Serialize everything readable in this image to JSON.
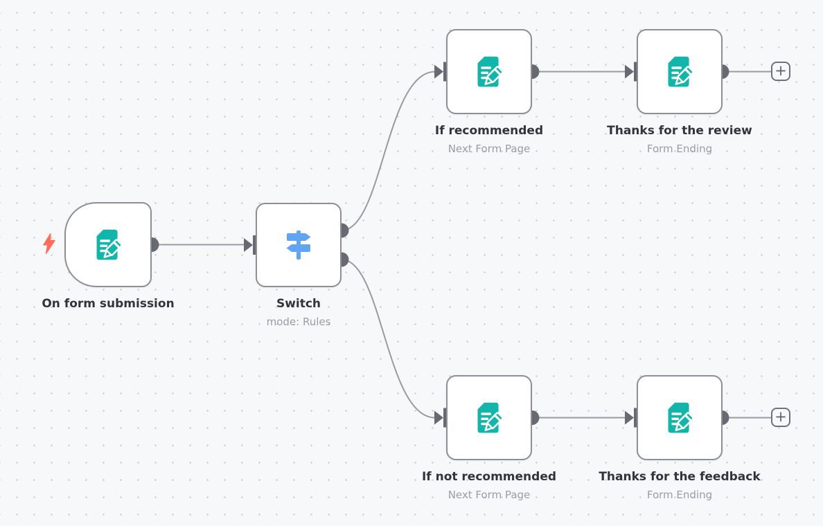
{
  "canvas": {
    "background_color": "#f7f8fa",
    "grid_dot_color": "#c9cbd4"
  },
  "colors": {
    "node_border": "#8d8e96",
    "node_background": "#ffffff",
    "connection_line": "#989aa1",
    "endpoint_gray": "#686a73",
    "title_text": "#32333c",
    "subtitle_text": "#9b9ca6",
    "form_icon_teal": "#12b5a9",
    "switch_icon_blue": "#60a5f3",
    "trigger_bolt_coral": "#ff6d5a"
  },
  "nodes": {
    "trigger": {
      "title": "On form submission",
      "subtitle": "",
      "icon": "form-pencil-icon",
      "kind": "form-trigger"
    },
    "switch": {
      "title": "Switch",
      "subtitle": "mode: Rules",
      "icon": "signpost-icon",
      "kind": "switch"
    },
    "if_recommended": {
      "title": "If recommended",
      "subtitle": "Next Form Page",
      "icon": "form-pencil-icon",
      "kind": "form-page"
    },
    "thanks_review": {
      "title": "Thanks for the review",
      "subtitle": "Form Ending",
      "icon": "form-pencil-icon",
      "kind": "form-ending"
    },
    "if_not_recommended": {
      "title": "If not recommended",
      "subtitle": "Next Form Page",
      "icon": "form-pencil-icon",
      "kind": "form-page"
    },
    "thanks_feedback": {
      "title": "Thanks for the feedback",
      "subtitle": "Form Ending",
      "icon": "form-pencil-icon",
      "kind": "form-ending"
    }
  },
  "add_button": {
    "label": "+"
  }
}
